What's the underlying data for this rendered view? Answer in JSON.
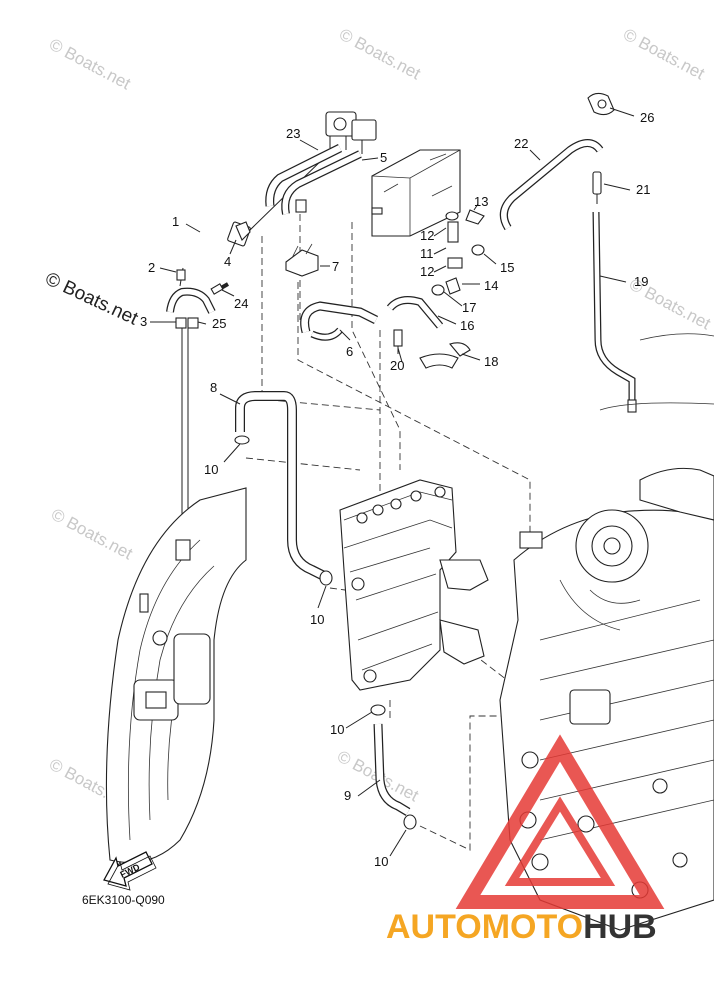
{
  "callouts": [
    "1",
    "2",
    "3",
    "4",
    "5",
    "6",
    "7",
    "8",
    "9",
    "10",
    "10",
    "10",
    "10",
    "11",
    "12",
    "12",
    "13",
    "14",
    "15",
    "16",
    "17",
    "18",
    "19",
    "20",
    "21",
    "22",
    "23",
    "24",
    "25",
    "26"
  ],
  "watermark": "© Boats.net",
  "watermark_large": "© Boats.net",
  "part_code": "6EK3100-Q090",
  "fwd_label": "FWD",
  "logo": {
    "part1": "AUTOMOTO",
    "part2": "HUB",
    "color1": "#f5a623",
    "color2": "#333333",
    "triangle_color": "#e53935"
  }
}
